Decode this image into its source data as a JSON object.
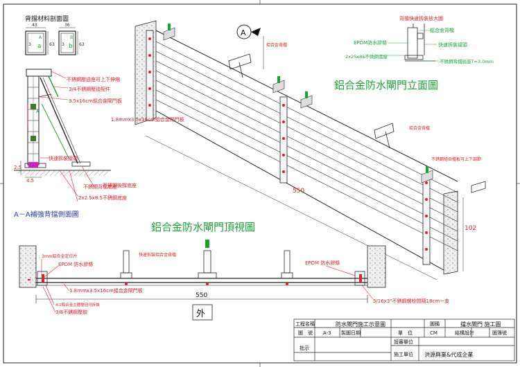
{
  "drawing": {
    "section_title": "背擋材料剖面圖",
    "profile_a": {
      "width": "43",
      "height": "63",
      "inner": "3",
      "tag": "A",
      "label": "a"
    },
    "profile_b": {
      "width": "36",
      "height": "63",
      "inner": "3",
      "tag": "B",
      "label": "b"
    },
    "side_labels": [
      "不銹鋼壓迫座可上下伸縮",
      "3/4不銹鋼壓迫配件",
      "3.5x16cm鋁合金閘門板",
      "快速拆裝接頭",
      "不銹鋼背檔底座",
      "不銹鋼後撐底座",
      "2x2.5x8.5不銹鋼底座"
    ],
    "side_dims": [
      "2.5",
      "4.5"
    ],
    "side_view_title": "A－A補強背擋側面圖",
    "section_marker": "A",
    "elevation_title": "鋁合金防水閘門立面圖",
    "elevation_labels": [
      "鋁合金背檔",
      "1.8mmx3.5x16cm鋁合金閘門板",
      "鋁合金背檔",
      "不銹鋼組合擋板可上下調節"
    ],
    "elevation_dims": [
      "550",
      "102"
    ],
    "detail_title": "背擋快速拆裝放大圖",
    "detail_labels": [
      "鋁合金背檔",
      "EPDM防水膠條",
      "快速拆裝接頭",
      "2x25x85不銹鋼底座",
      "不銹鋼背檔底座T=3.0mm"
    ],
    "plan_title": "鋁合金防水閘門頂視圖",
    "plan_labels": [
      "3mm鋁合金定位片",
      "EPDM 防水膠條",
      "快速拆裝鋁合金背檔",
      "EPDM 防水膠條",
      "1.8mmx3.5x16cm鋁合金閘門板",
      "4.1鋁合金主體壓迫可拆裝",
      "3/8不銹鋼壓鉸",
      "5/16x3\"不銹鋼螺栓間隔18cm一支"
    ],
    "plan_dim": "550",
    "outside_label": "外"
  },
  "title_block": {
    "project_label": "工程名稱",
    "project_value": "防水閘門施工示意圖",
    "drawing_label": "圖稱",
    "drawing_value": "擋水閘門 施工圖",
    "no_label": "圖　號",
    "no_value": "A-3",
    "date_label": "製圖日期",
    "unit_label": "單　位",
    "unit_value": "CM",
    "design_label": "結構設計",
    "check_label": "圖簿號",
    "design_unit_label": "設審單位",
    "approve_label": "批示",
    "builder_label": "施工單位",
    "builder_value": "洪源興業&代成企業"
  },
  "colors": {
    "red": "#e0202a",
    "green": "#1aa637",
    "blue": "#2a3fb0",
    "line": "#222222"
  }
}
